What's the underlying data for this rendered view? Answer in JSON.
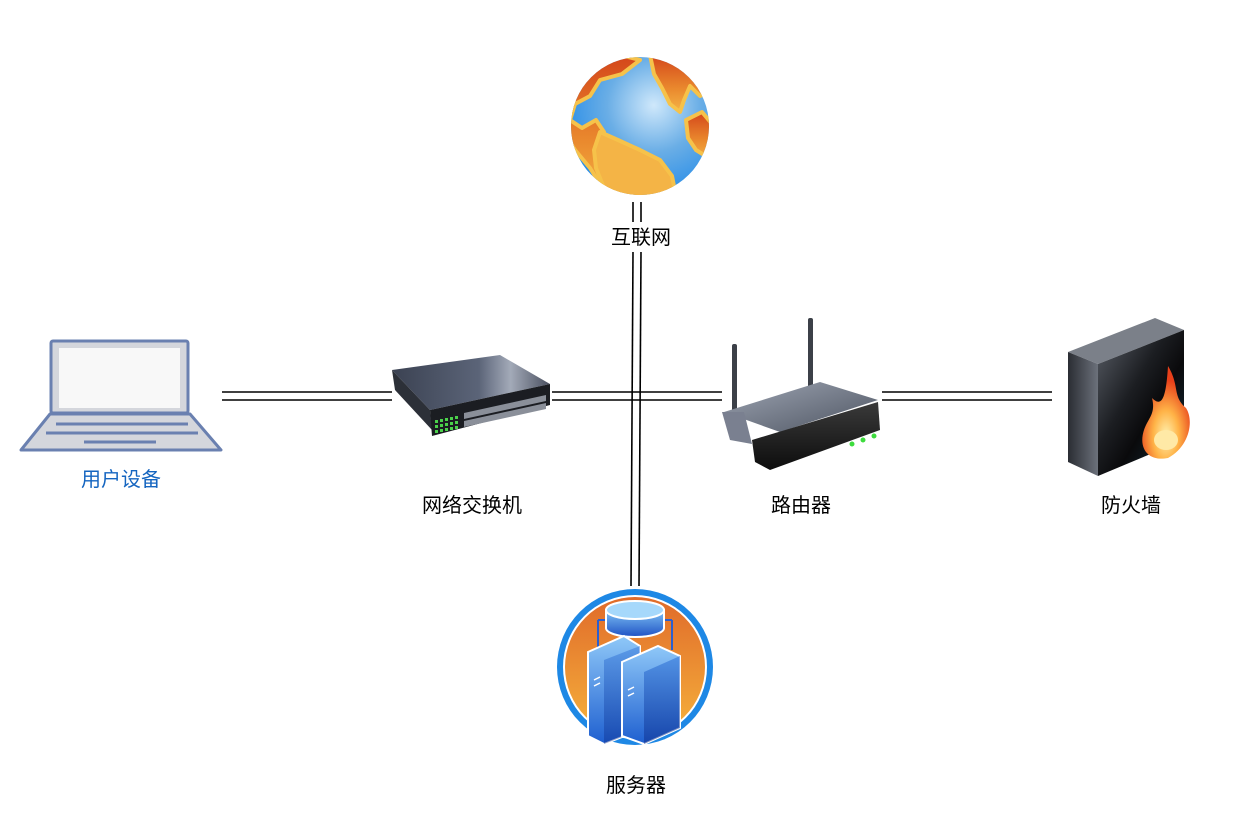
{
  "diagram": {
    "type": "network-topology",
    "nodes": [
      {
        "id": "internet",
        "label": "互联网",
        "icon": "globe-icon",
        "label_color": "#000000"
      },
      {
        "id": "user-device",
        "label": "用户设备",
        "icon": "laptop-icon",
        "label_color": "#1565c0"
      },
      {
        "id": "switch",
        "label": "网络交换机",
        "icon": "network-switch-icon",
        "label_color": "#000000"
      },
      {
        "id": "router",
        "label": "路由器",
        "icon": "wireless-router-icon",
        "label_color": "#000000"
      },
      {
        "id": "firewall",
        "label": "防火墙",
        "icon": "firewall-icon",
        "label_color": "#000000"
      },
      {
        "id": "server",
        "label": "服务器",
        "icon": "server-icon",
        "label_color": "#000000"
      }
    ],
    "edges": [
      {
        "from": "user-device",
        "to": "switch",
        "style": "double-line"
      },
      {
        "from": "switch",
        "to": "router",
        "style": "double-line"
      },
      {
        "from": "router",
        "to": "firewall",
        "style": "double-line"
      },
      {
        "from": "internet",
        "to": "server",
        "style": "double-line"
      }
    ],
    "colors": {
      "line": "#000000",
      "user_label": "#1565c0",
      "default_label": "#000000"
    }
  }
}
